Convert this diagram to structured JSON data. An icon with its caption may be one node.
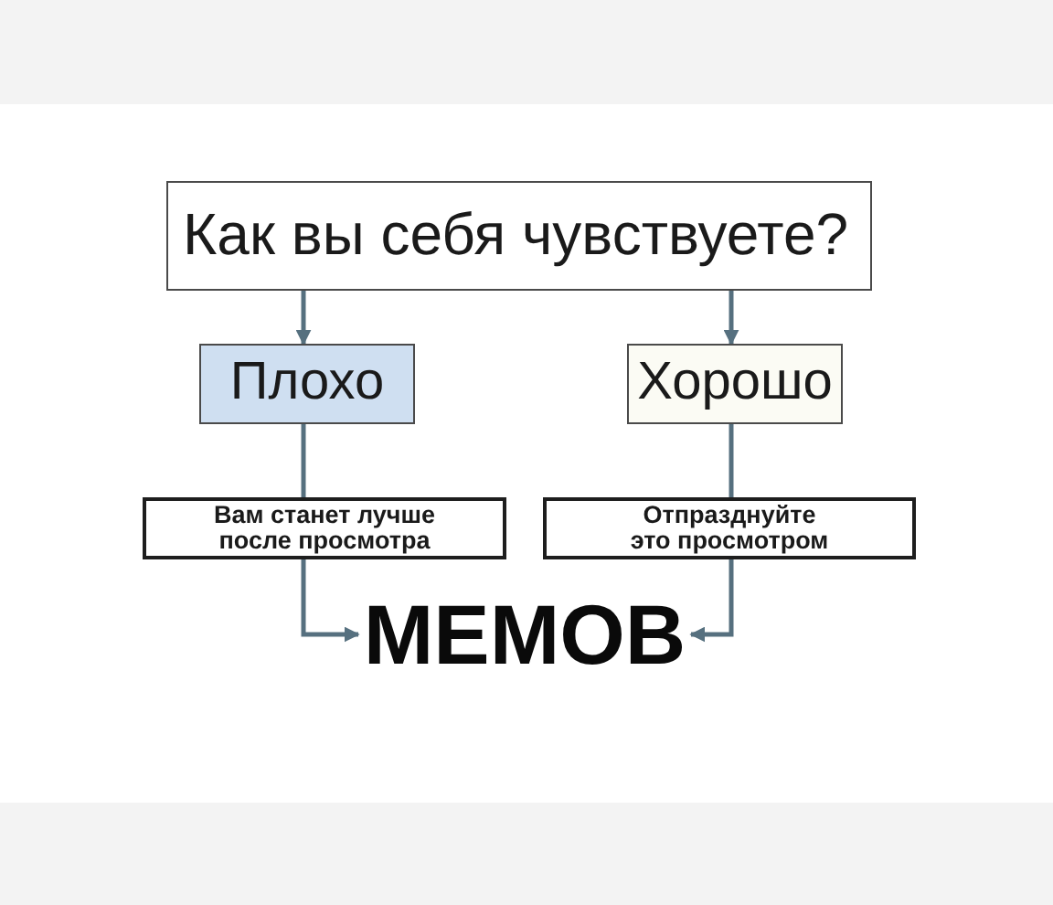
{
  "diagram": {
    "nodes": [
      {
        "text": [
          "Как вы себя чувствуете?"
        ]
      },
      {
        "text": [
          "Плохо"
        ]
      },
      {
        "text": [
          "Хорошо"
        ]
      },
      {
        "text": [
          "Вам станет лучше после просмотра"
        ]
      },
      {
        "text": [
          "Отпразднуйте это просмотром"
        ]
      },
      {
        "text": [
          "МЕМОВ"
        ]
      }
    ],
    "edges": [
      {
        "from": 0,
        "to": 1,
        "arrow": "to"
      },
      {
        "from": 0,
        "to": 2,
        "arrow": "to"
      },
      {
        "from": 1,
        "to": 3,
        "arrow": "none"
      },
      {
        "from": 2,
        "to": 4,
        "arrow": "none"
      },
      {
        "from": 3,
        "to": 5,
        "arrow": "to"
      },
      {
        "from": 4,
        "to": 5,
        "arrow": "to"
      }
    ]
  }
}
